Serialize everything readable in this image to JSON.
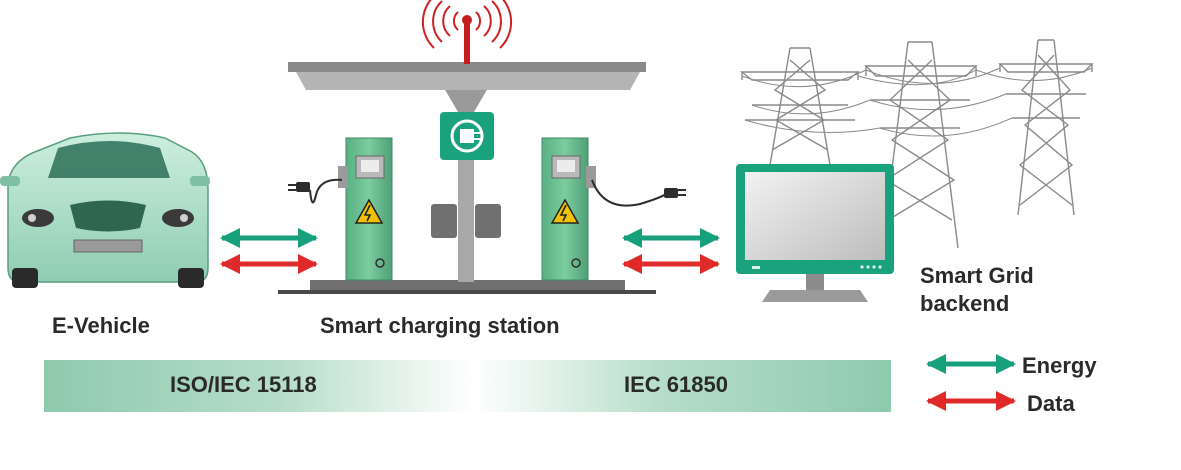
{
  "labels": {
    "vehicle": "E-Vehicle",
    "station": "Smart charging station",
    "backend_line1": "Smart Grid",
    "backend_line2": "backend"
  },
  "protocols": {
    "left": "ISO/IEC 15118",
    "right": "IEC 61850"
  },
  "legend": {
    "energy": "Energy",
    "data": "Data"
  },
  "colors": {
    "energy_arrow": "#17a07c",
    "data_arrow": "#e02a2a",
    "station_green": "#6dc292",
    "car_green": "#b8e2cf",
    "monitor_frame": "#1aa27f",
    "antenna_red": "#cc2222"
  },
  "icons": [
    "car-icon",
    "charging-station-icon",
    "antenna-icon",
    "plug-sign-icon",
    "high-voltage-icon",
    "charging-cable-icon",
    "monitor-icon",
    "power-pylon-icon"
  ]
}
